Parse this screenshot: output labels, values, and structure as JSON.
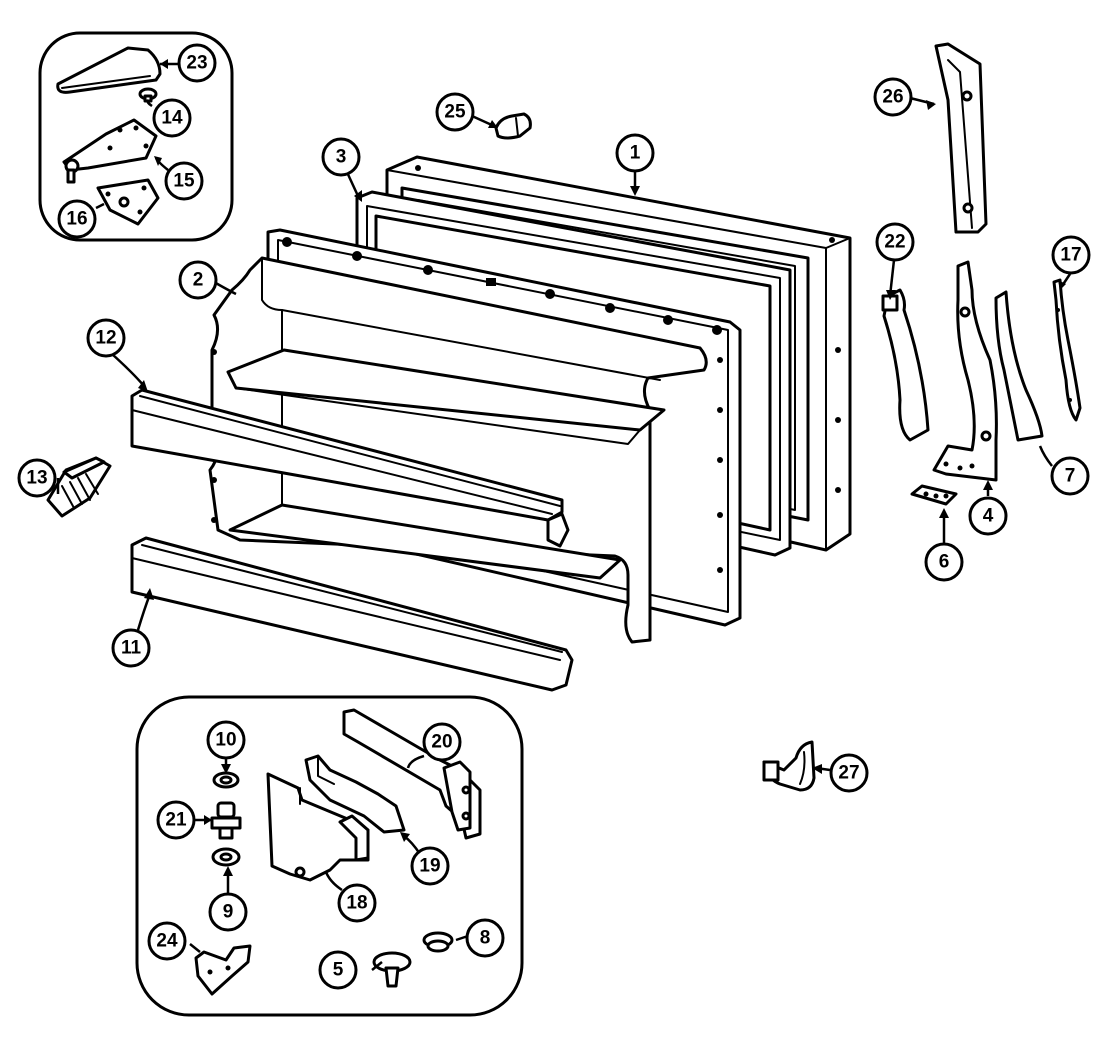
{
  "callouts": [
    {
      "label": "1"
    },
    {
      "label": "2"
    },
    {
      "label": "3"
    },
    {
      "label": "4"
    },
    {
      "label": "5"
    },
    {
      "label": "6"
    },
    {
      "label": "7"
    },
    {
      "label": "8"
    },
    {
      "label": "9"
    },
    {
      "label": "10"
    },
    {
      "label": "11"
    },
    {
      "label": "12"
    },
    {
      "label": "13"
    },
    {
      "label": "14"
    },
    {
      "label": "15"
    },
    {
      "label": "16"
    },
    {
      "label": "17"
    },
    {
      "label": "18"
    },
    {
      "label": "19"
    },
    {
      "label": "20"
    },
    {
      "label": "21"
    },
    {
      "label": "22"
    },
    {
      "label": "23"
    },
    {
      "label": "24"
    },
    {
      "label": "25"
    },
    {
      "label": "26"
    },
    {
      "label": "27"
    }
  ]
}
